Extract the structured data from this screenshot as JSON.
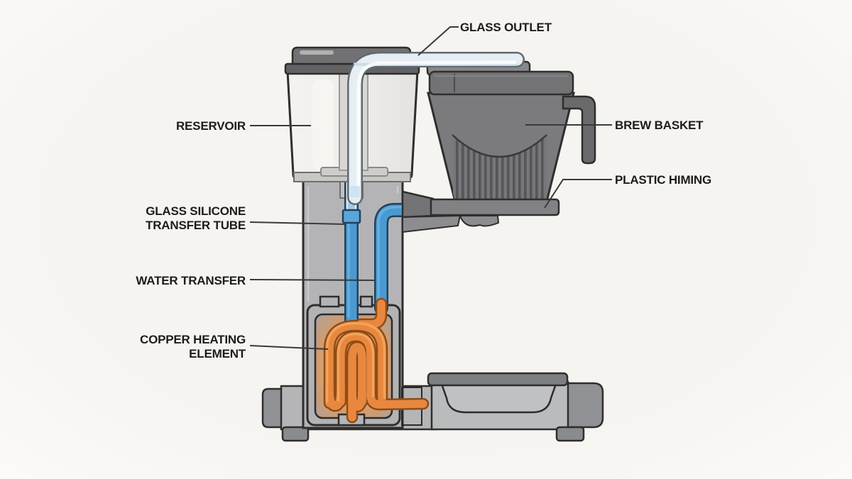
{
  "diagram": {
    "subject": "coffee maker cutaway diagram",
    "labels": {
      "glass_outlet": "GLASS OUTLET",
      "reservoir": "RESERVOIR",
      "brew_basket": "BREW BASKET",
      "plastic_hinge": "PLASTIC HIMING",
      "transfer_tube_line1": "GLASS SILICONE",
      "transfer_tube_line2": "TRANSFER TUBE",
      "water_transfer": "WATER TRANSFER",
      "heating_element_line1": "COPPER HEATING",
      "heating_element_line2": "ELEMENT"
    },
    "colors": {
      "background": "#f8f6f3",
      "body_gray": "#b4b4b6",
      "dark_component_gray": "#737376",
      "foot_gray": "#909194",
      "outline": "#2e2e2e",
      "water_tube_blue": "#4a9ad2",
      "tube_coupler_blue": "#5aa6da",
      "copper_orange": "#e8883f",
      "copper_outline": "#8f4c16",
      "heat_glow": "#f7b276",
      "glass_tube": "#eef3f6",
      "reservoir_fill": "#f0eeeb",
      "label_text": "#1c1c1c",
      "leader_line": "#3a3a3a"
    }
  }
}
